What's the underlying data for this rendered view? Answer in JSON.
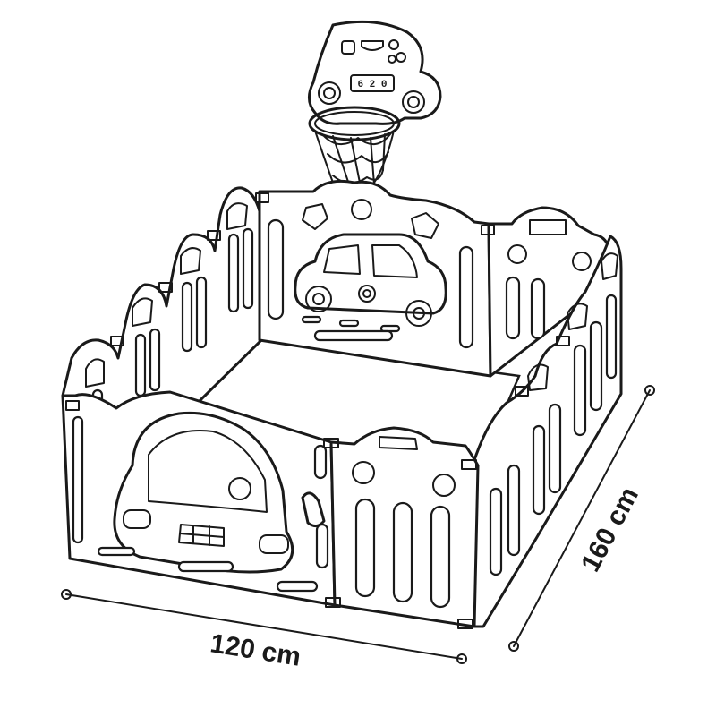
{
  "dimensions": {
    "width_label": "120 cm",
    "depth_label": "160 cm"
  },
  "scoreboard": {
    "digits": "6 2 0"
  }
}
